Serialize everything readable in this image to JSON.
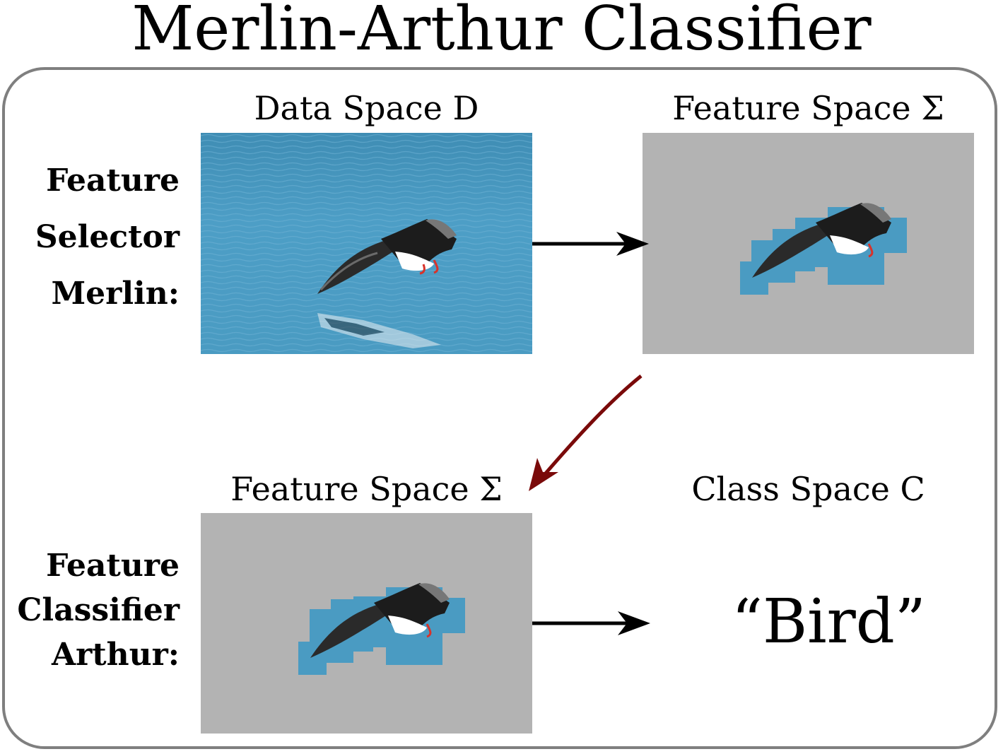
{
  "title": "Merlin-Arthur Classifier",
  "captions": {
    "data_space": "Data Space D",
    "feature_space_top": "Feature Space Σ",
    "feature_space_bottom": "Feature Space Σ",
    "class_space": "Class Space C"
  },
  "merlin": {
    "line1": "Feature",
    "line2": "Selector",
    "line3": "Merlin:"
  },
  "arthur": {
    "line1": "Feature",
    "line2": "Classifier",
    "line3": "Arthur:"
  },
  "output_label": "“Bird”",
  "colors": {
    "frame": "#7f7f7f",
    "masked_background": "#b3b3b3",
    "water": "#4a9bc2",
    "red_arrow": "#7a0a0a",
    "black_arrow": "#000000"
  },
  "icons": [
    "bird-photo",
    "arrow-right",
    "arrow-diagonal-down-left"
  ]
}
